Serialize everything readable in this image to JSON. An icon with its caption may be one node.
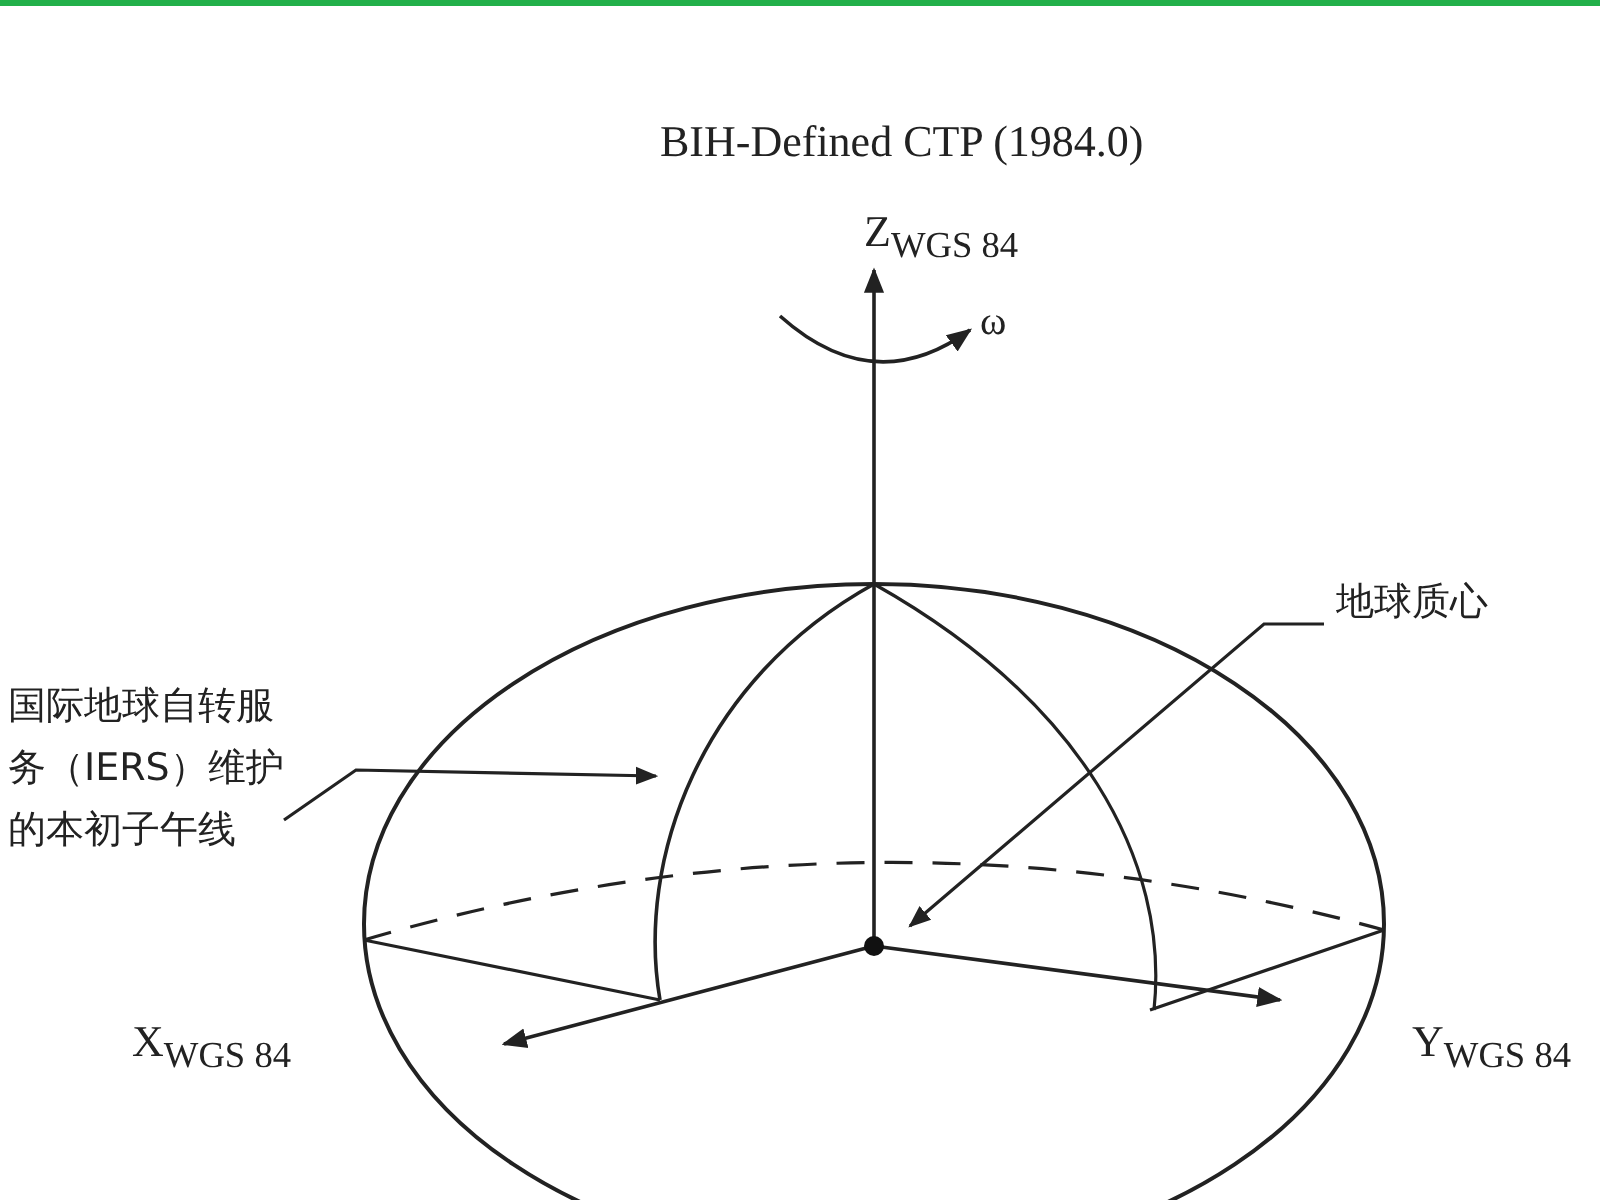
{
  "diagram": {
    "nodes": [
      {
        "text": [
          "国际地球自转服务（IERS）维护的本初子午线"
        ]
      },
      {
        "text": [],
        "shape": "arc"
      },
      {
        "text": [
          "地球质心"
        ]
      },
      {
        "text": [],
        "shape": "circle"
      }
    ],
    "edges": [
      {
        "from": 0,
        "to": 1,
        "arrow": "to"
      },
      {
        "from": 2,
        "to": 3,
        "arrow": "to"
      }
    ],
    "labels": [
      "BIH-Defined CTP (1984.0)",
      "Z$_{WGS 84}$",
      "ω",
      "X$_{WGS 84}$",
      "Y$_{WGS 84}$"
    ]
  }
}
